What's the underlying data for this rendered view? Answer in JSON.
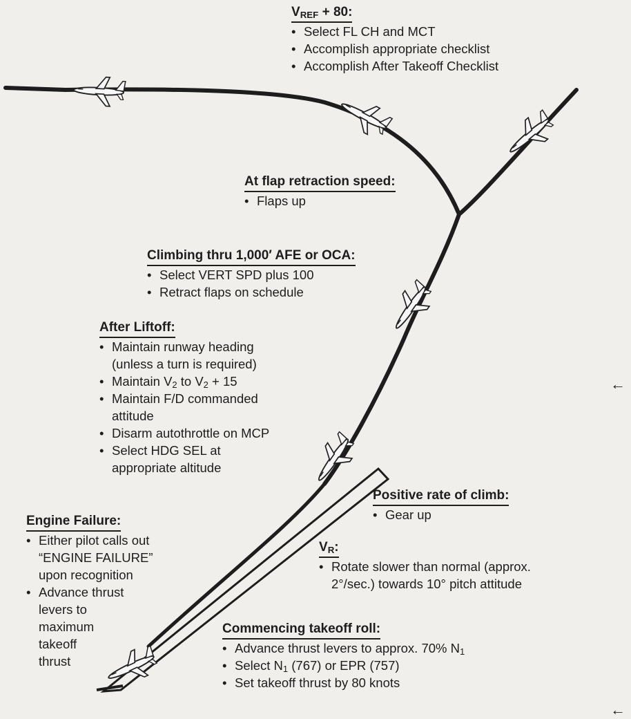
{
  "vref": {
    "heading_prefix": "V",
    "heading_sub": "REF",
    "heading_suffix": " + 80:",
    "items": [
      "Select FL CH and MCT",
      "Accomplish appropriate checklist",
      "Accomplish After Takeoff Checklist"
    ]
  },
  "flap": {
    "heading": "At flap retraction speed:",
    "items": [
      "Flaps up"
    ]
  },
  "climb": {
    "heading": "Climbing thru 1,000′ AFE or OCA:",
    "items": [
      "Select VERT SPD plus 100",
      "Retract flaps on schedule"
    ]
  },
  "liftoff": {
    "heading": "After Liftoff:",
    "item1_line1": "Maintain runway heading",
    "item1_line2": "(unless a turn is required)",
    "item2_a": "Maintain V",
    "item2_sub_a": "2",
    "item2_b": " to V",
    "item2_sub_b": "2",
    "item2_c": " + 15",
    "item3_line1": "Maintain F/D commanded",
    "item3_line2": "attitude",
    "item4": "Disarm autothrottle on MCP",
    "item5_line1": "Select HDG SEL at",
    "item5_line2": "appropriate altitude"
  },
  "positive": {
    "heading": "Positive rate of climb:",
    "items": [
      "Gear up"
    ]
  },
  "vr": {
    "heading_prefix": "V",
    "heading_sub": "R",
    "heading_suffix": ":",
    "item_line1": "Rotate slower than normal (approx.",
    "item_line2": "2°/sec.) towards 10° pitch attitude"
  },
  "engine": {
    "heading": "Engine Failure:",
    "item1_lines": [
      "Either pilot calls out",
      "“ENGINE FAILURE”",
      "upon recognition"
    ],
    "item2_lines": [
      "Advance thrust",
      "levers to",
      "maximum",
      "takeoff",
      "thrust"
    ]
  },
  "roll": {
    "heading": "Commencing takeoff roll:",
    "item1_a": "Advance thrust levers to approx. 70% N",
    "item1_sub": "1",
    "item2_a": "Select N",
    "item2_sub": "1",
    "item2_b": " (767) or EPR (757)",
    "item3": "Set takeoff thrust by 80 knots"
  },
  "margin_marks": [
    "←",
    "←"
  ]
}
